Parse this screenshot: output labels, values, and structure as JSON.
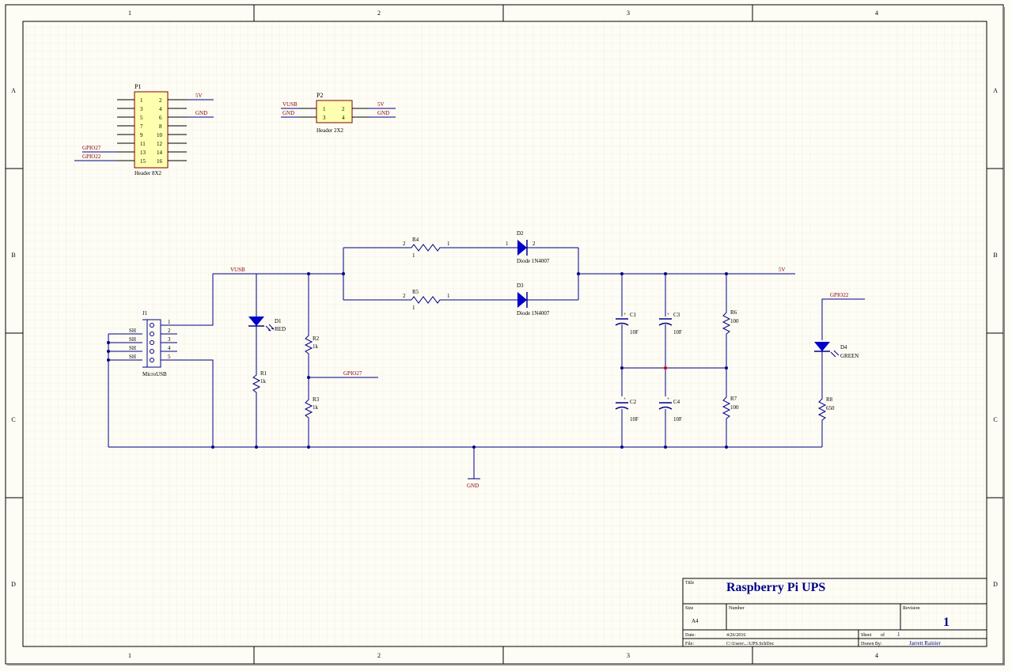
{
  "frame": {
    "col_labels": [
      "1",
      "2",
      "3",
      "4"
    ],
    "row_labels": [
      "A",
      "B",
      "C",
      "D"
    ]
  },
  "colors": {
    "wire": "#00008b",
    "component": "#00008b",
    "net_label": "#800000",
    "designator": "#00008b",
    "header_fill": "#ffffb0",
    "header_stroke": "#800000",
    "grid": "#ece9d6",
    "background": "#fdfcf5",
    "junction": "#00008b",
    "junction_red": "#cc0000"
  },
  "components": {
    "P1": {
      "designator": "P1",
      "comment": "Header 8X2",
      "pins_left": [
        "1",
        "3",
        "5",
        "7",
        "9",
        "11",
        "13",
        "15"
      ],
      "pins_right": [
        "2",
        "4",
        "6",
        "8",
        "10",
        "12",
        "14",
        "16"
      ],
      "nets": {
        "5V": "5V",
        "GND": "GND",
        "GPIO27": "GPIO27",
        "GPIO22": "GPIO22"
      }
    },
    "P2": {
      "designator": "P2",
      "comment": "Header 2X2",
      "pins": [
        "1",
        "2",
        "3",
        "4"
      ],
      "nets": {
        "VUSB": "VUSB",
        "GND_left": "GND",
        "5V": "5V",
        "GND_right": "GND"
      }
    },
    "J1": {
      "designator": "J1",
      "comment": "MicroUSB",
      "pins": [
        "1",
        "2",
        "3",
        "4",
        "5"
      ],
      "shield": [
        "SH",
        "SH",
        "SH",
        "SH"
      ]
    },
    "R4": {
      "designator": "R4",
      "value": "1",
      "pin_left": "2",
      "pin_right": "1"
    },
    "R5": {
      "designator": "R5",
      "value": "1",
      "pin_left": "2",
      "pin_right": "1"
    },
    "D2": {
      "designator": "D2",
      "comment": "Diode 1N4007",
      "pin_left": "1",
      "pin_right": "2"
    },
    "D3": {
      "designator": "D3",
      "comment": "Diode 1N4007"
    },
    "D1": {
      "designator": "D1",
      "comment": "RED"
    },
    "D4": {
      "designator": "D4",
      "comment": "GREEN"
    },
    "R1": {
      "designator": "R1",
      "value": "1k"
    },
    "R2": {
      "designator": "R2",
      "value": "1k"
    },
    "R3": {
      "designator": "R3",
      "value": "1k"
    },
    "R6": {
      "designator": "R6",
      "value": "100"
    },
    "R7": {
      "designator": "R7",
      "value": "100"
    },
    "R8": {
      "designator": "R8",
      "value": "650"
    },
    "C1": {
      "designator": "C1",
      "value": "10F"
    },
    "C2": {
      "designator": "C2",
      "value": "10F"
    },
    "C3": {
      "designator": "C3",
      "value": "10F"
    },
    "C4": {
      "designator": "C4",
      "value": "10F"
    }
  },
  "nets": {
    "VUSB": "VUSB",
    "5V": "5V",
    "GPIO27": "GPIO27",
    "GPIO22": "GPIO22",
    "GND": "GND"
  },
  "title_block": {
    "title_label": "Title",
    "title": "Raspberry Pi UPS",
    "size_label": "Size",
    "size": "A4",
    "number_label": "Number",
    "revision_label": "Revision",
    "revision": "1",
    "date_label": "Date:",
    "date": "4/26/2016",
    "sheet_label": "Sheet",
    "sheet_of": "of",
    "sheet": "1",
    "file_label": "File:",
    "file": "C:\\Users\\...\\UPS.SchDoc",
    "drawn_label": "Drawn By:",
    "drawn_by": "Jarrett Rainier"
  }
}
